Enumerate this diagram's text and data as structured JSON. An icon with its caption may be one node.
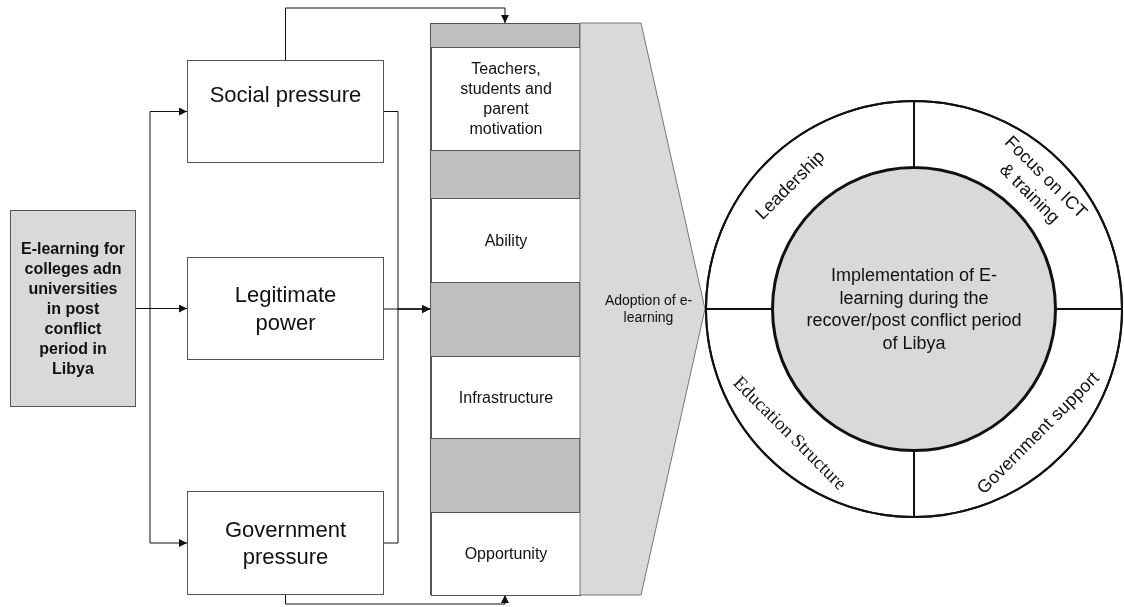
{
  "diagram": {
    "nodes": [
      {
        "text": [
          "E-learning for colleges adn universities in post conflict period in Libya"
        ]
      },
      {
        "text": [
          "Social pressure"
        ]
      },
      {
        "text": [
          "Legitimate power"
        ]
      },
      {
        "text": [
          "Government pressure"
        ]
      },
      {
        "text": [],
        "shape": "box"
      },
      {
        "text": [
          "Teachers, students and parent motivation"
        ],
        "in": 4
      },
      {
        "text": [
          "Ability"
        ],
        "in": 4
      },
      {
        "text": [
          "Infrastructure"
        ],
        "in": 4
      },
      {
        "text": [
          "Opportunity"
        ],
        "in": 4
      },
      {
        "text": [
          "Adoption of e-learning"
        ]
      },
      {
        "text": [],
        "shape": "circle"
      },
      {
        "text": [
          "Leadership"
        ],
        "in": 10
      },
      {
        "text": [
          "Focus on ICT & training"
        ],
        "in": 10
      },
      {
        "text": [
          "Education Structure"
        ],
        "in": 10
      },
      {
        "text": [
          "Government support"
        ],
        "in": 10
      },
      {
        "text": [
          "Implementation of E-learning during the recover/post conflict period of Libya"
        ],
        "in": 10
      }
    ],
    "edges": [
      {
        "from": 0,
        "to": 1,
        "arrow": "to"
      },
      {
        "from": 0,
        "to": 2,
        "arrow": "to"
      },
      {
        "from": 0,
        "to": 3,
        "arrow": "to"
      },
      {
        "from": 1,
        "to": 4,
        "arrow": "to"
      },
      {
        "from": 1,
        "to": 4,
        "arrow": "to"
      },
      {
        "from": 2,
        "to": 4,
        "arrow": "to"
      },
      {
        "from": 3,
        "to": 4,
        "arrow": "to"
      },
      {
        "from": 3,
        "to": 4,
        "arrow": "to"
      }
    ]
  }
}
